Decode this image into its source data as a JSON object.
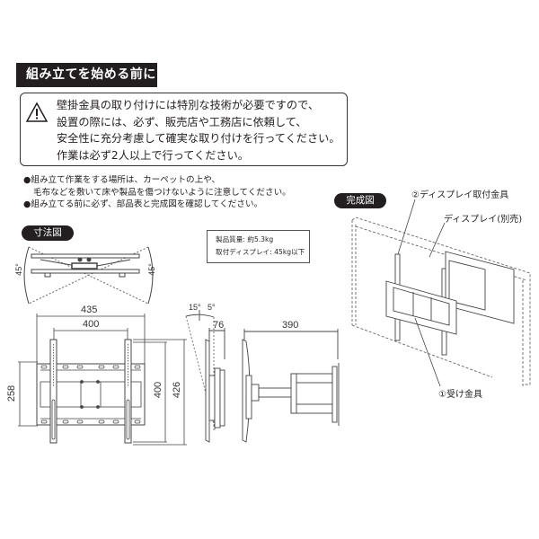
{
  "header": {
    "title": "組み立てを始める前に"
  },
  "warning": {
    "icon": "warning-triangle-icon",
    "lines": [
      "壁掛金具の取り付けには特別な技術が必要ですので、",
      "設置の際には、必ず、販売店や工務店に依頼して、",
      "安全性に充分考慮して確実な取り付けを行ってください。",
      "作業は必ず2人以上で行ってください。"
    ]
  },
  "notes": {
    "items": [
      {
        "bullet": "●",
        "line1": "組み立て作業をする場所は、カーペットの上や、",
        "line2": "毛布などを敷いて床や製品を傷つけないように注意してください。"
      },
      {
        "bullet": "●",
        "line1": "組み立てる前に必ず、部品表と完成図を確認してください。"
      }
    ]
  },
  "dimensions_section": {
    "label": "寸法図",
    "swivel_angle_left": "45°",
    "swivel_angle_right": "45°",
    "overall_width": "435",
    "hole_spacing_horizontal": "400",
    "plate_height": "258",
    "hole_spacing_vertical": "400",
    "overall_height": "426",
    "tilt_up": "15°",
    "tilt_down": "5°",
    "min_depth": "76",
    "max_extension": "390"
  },
  "specs": {
    "weight_label": "製品質量: 約5.3kg",
    "capacity_label": "取付ディスプレイ: 45kg以下"
  },
  "completed_section": {
    "label": "完成図",
    "callout_display_bracket": "②ディスプレイ取付金具",
    "callout_display": "ディスプレイ(別売)",
    "callout_wall_bracket": "①受け金具"
  },
  "colors": {
    "ink": "#231f20",
    "line": "#555555",
    "background": "#ffffff"
  }
}
